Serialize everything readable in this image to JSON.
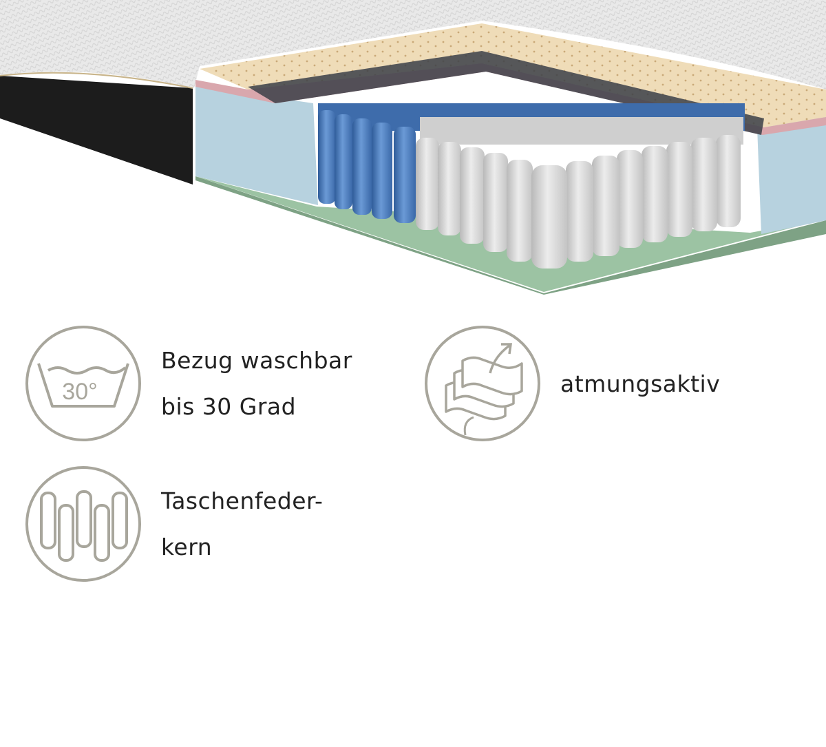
{
  "colors": {
    "icon_stroke": "#a8a69c",
    "text": "#222222",
    "cover_grey": "#e6e6e6",
    "latex": "#efdcb8",
    "pink_layer": "#d9a7ad",
    "foam_blue": "#b7d2df",
    "spring_blue": "#4b7bbd",
    "spring_white": "#dadada",
    "base_green": "#93b99a",
    "cover_black": "#1a1a1a"
  },
  "illustration": {
    "icon": "mattress-cross-section"
  },
  "features": [
    {
      "icon": "wash-30-icon",
      "icon_text": "30°",
      "lines": [
        "Bezug waschbar",
        "bis 30 Grad"
      ]
    },
    {
      "icon": "breathable-layers-icon",
      "lines": [
        "atmungsaktiv"
      ]
    },
    {
      "icon": "pocket-spring-icon",
      "lines": [
        "Taschenfeder-",
        "kern"
      ]
    }
  ]
}
